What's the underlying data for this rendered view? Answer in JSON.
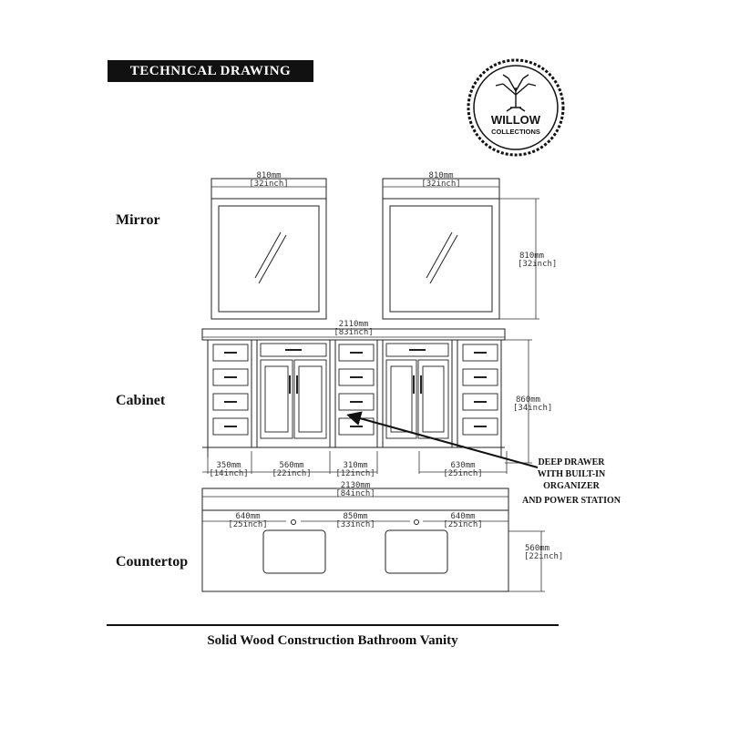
{
  "header": {
    "title": "TECHNICAL DRAWING"
  },
  "logo": {
    "brand": "WILLOW",
    "sub": "COLLECTIONS"
  },
  "sections": {
    "mirror": "Mirror",
    "cabinet": "Cabinet",
    "countertop": "Countertop"
  },
  "mirror": {
    "width_mm": "810mm",
    "width_in": "[32inch]",
    "height_mm": "810mm",
    "height_in": "[32inch]"
  },
  "cabinet": {
    "total_mm": "2110mm",
    "total_in": "[83inch]",
    "height_mm": "860mm",
    "height_in": "[34inch]",
    "d1_mm": "350mm",
    "d1_in": "[14inch]",
    "d2_mm": "560mm",
    "d2_in": "[22inch]",
    "d3_mm": "310mm",
    "d3_in": "[12inch]",
    "d4_mm": "630mm",
    "d4_in": "[25inch]"
  },
  "callout": {
    "lines": [
      "DEEP DRAWER",
      "WITH BUILT-IN",
      "ORGANIZER",
      "AND POWER STATION"
    ]
  },
  "countertop": {
    "total_mm": "2130mm",
    "total_in": "[84inch]",
    "left_mm": "640mm",
    "left_in": "[25inch]",
    "mid_mm": "850mm",
    "mid_in": "[33inch]",
    "right_mm": "640mm",
    "right_in": "[25inch]",
    "depth_mm": "560mm",
    "depth_in": "[22inch]"
  },
  "footer": {
    "caption": "Solid Wood Construction Bathroom Vanity"
  }
}
